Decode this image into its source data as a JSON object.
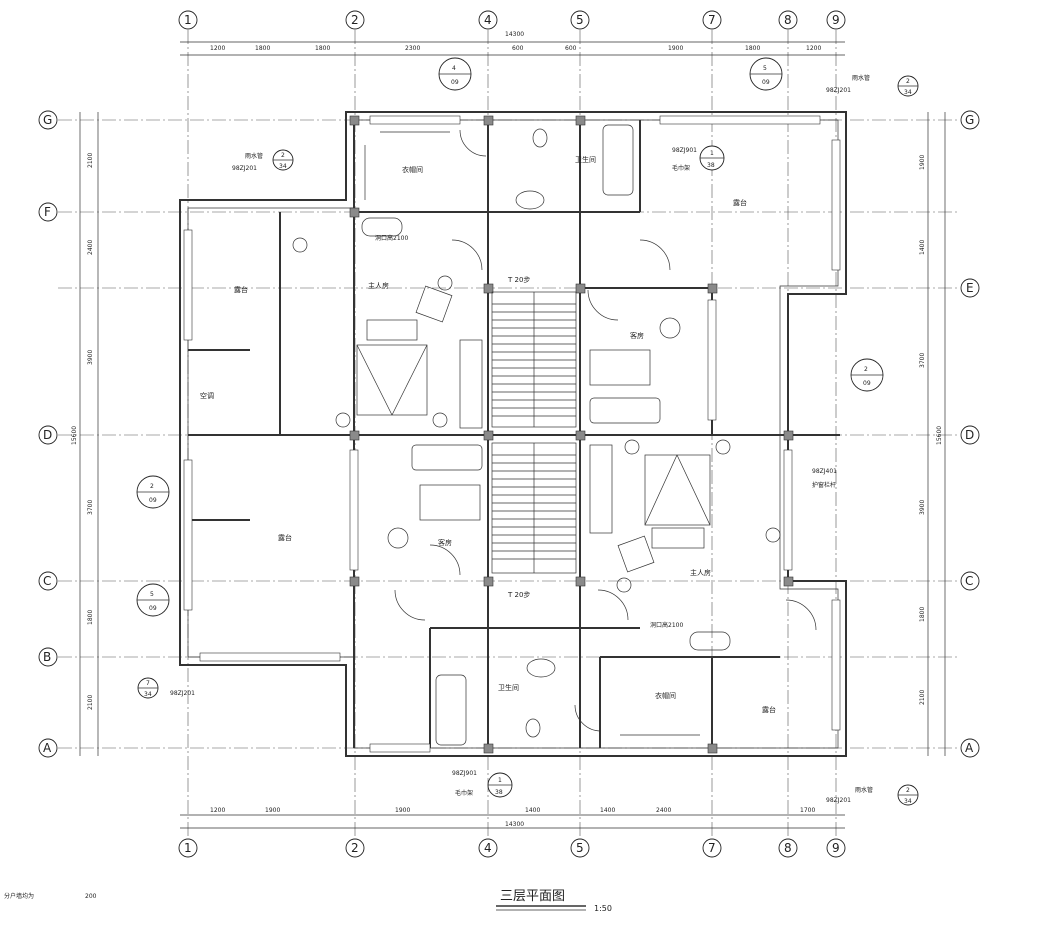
{
  "drawing": {
    "title": "三层平面图",
    "scale": "1:50",
    "footnote": "分户墙均为",
    "footnote_value": "200"
  },
  "axes": {
    "vertical": [
      "1",
      "2",
      "4",
      "5",
      "7",
      "8",
      "9"
    ],
    "horizontal": [
      "G",
      "F",
      "E",
      "D",
      "C",
      "B",
      "A"
    ]
  },
  "dimensions": {
    "top_segments": [
      "1200",
      "1800",
      "1800",
      "2300",
      "600",
      "600",
      "1900",
      "1800",
      "1200"
    ],
    "top_total": "14300",
    "bottom_segments": [
      "1200",
      "1900",
      "1900",
      "1400",
      "1400",
      "2400",
      "1700"
    ],
    "bottom_total": "14300",
    "left_segments": [
      "2100",
      "2400",
      "3900",
      "3700",
      "1800",
      "2100"
    ],
    "left_total": "15600",
    "right_segments": [
      "1900",
      "1400",
      "3700",
      "3900",
      "1800",
      "2100"
    ],
    "right_total": "15600"
  },
  "rooms": [
    {
      "label": "衣帽间"
    },
    {
      "label": "卫生间"
    },
    {
      "label": "主人房"
    },
    {
      "label": "露台"
    },
    {
      "label": "客房"
    },
    {
      "label": "客房"
    },
    {
      "label": "主人房"
    },
    {
      "label": "露台"
    },
    {
      "label": "卫生间"
    },
    {
      "label": "衣帽间"
    },
    {
      "label": "露台"
    },
    {
      "label": "露台"
    },
    {
      "label": "空调"
    }
  ],
  "stairs": {
    "upper_label": "T 20步",
    "lower_label": "T 20步"
  },
  "callouts": [
    {
      "num": "4",
      "ref": "09"
    },
    {
      "num": "5",
      "ref": "09"
    },
    {
      "num": "2",
      "ref": "09"
    },
    {
      "num": "2",
      "ref": "09"
    },
    {
      "num": "5",
      "ref": "09"
    },
    {
      "num": "1",
      "ref": "38"
    },
    {
      "num": "1",
      "ref": "38"
    },
    {
      "num": "2",
      "ref": "34"
    },
    {
      "num": "2",
      "ref": "34"
    },
    {
      "num": "7",
      "ref": "34"
    },
    {
      "num": "2",
      "ref": "34"
    }
  ],
  "notes": {
    "door_note_upper": "洞口高2100",
    "door_note_lower": "洞口高2100",
    "rain_pipe": "雨水管",
    "std_ref": "98ZJ201",
    "std_ref_2": "98ZJ901",
    "std_ref_3": "98ZJ401",
    "rail_note": "护窗栏杆",
    "towel_note": "毛巾架"
  },
  "colors": {
    "line": "#222222",
    "column": "#8a8a8a",
    "background": "#ffffff"
  }
}
